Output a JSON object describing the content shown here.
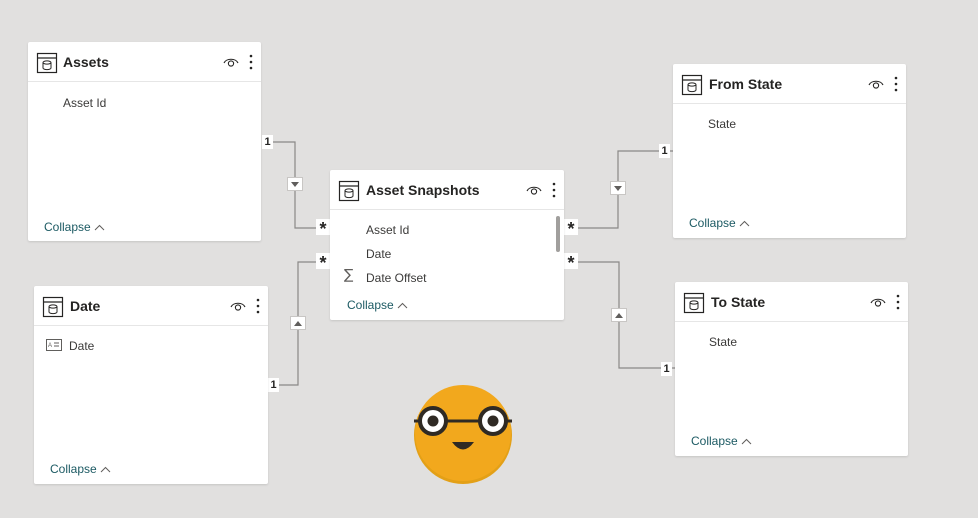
{
  "tables": {
    "assets": {
      "title": "Assets",
      "fields": [
        "Asset Id"
      ],
      "collapse": "Collapse"
    },
    "date": {
      "title": "Date",
      "fields": [
        "Date"
      ],
      "collapse": "Collapse"
    },
    "asset_snapshots": {
      "title": "Asset Snapshots",
      "fields": [
        "Asset Id",
        "Date",
        "Date Offset"
      ],
      "collapse": "Collapse"
    },
    "from_state": {
      "title": "From State",
      "fields": [
        "State"
      ],
      "collapse": "Collapse"
    },
    "to_state": {
      "title": "To State",
      "fields": [
        "State"
      ],
      "collapse": "Collapse"
    }
  },
  "relationships": [
    {
      "from": "Assets",
      "to": "Asset Snapshots",
      "from_cardinality": "1",
      "to_cardinality": "*"
    },
    {
      "from": "Date",
      "to": "Asset Snapshots",
      "from_cardinality": "1",
      "to_cardinality": "*"
    },
    {
      "from": "From State",
      "to": "Asset Snapshots",
      "from_cardinality": "1",
      "to_cardinality": "*"
    },
    {
      "from": "To State",
      "to": "Asset Snapshots",
      "from_cardinality": "1",
      "to_cardinality": "*"
    }
  ],
  "icons": {
    "table": "table-icon",
    "visibility": "eye-icon",
    "more": "more-options-icon",
    "sum": "sigma-icon",
    "date_field": "calendar-field-icon",
    "collapse": "chevron-up-icon"
  },
  "colors": {
    "canvas": "#e1e0df",
    "card": "#ffffff",
    "collapse_link": "#1c5a63",
    "connector": "#8a8886",
    "emoji_face": "#f2a81d"
  }
}
